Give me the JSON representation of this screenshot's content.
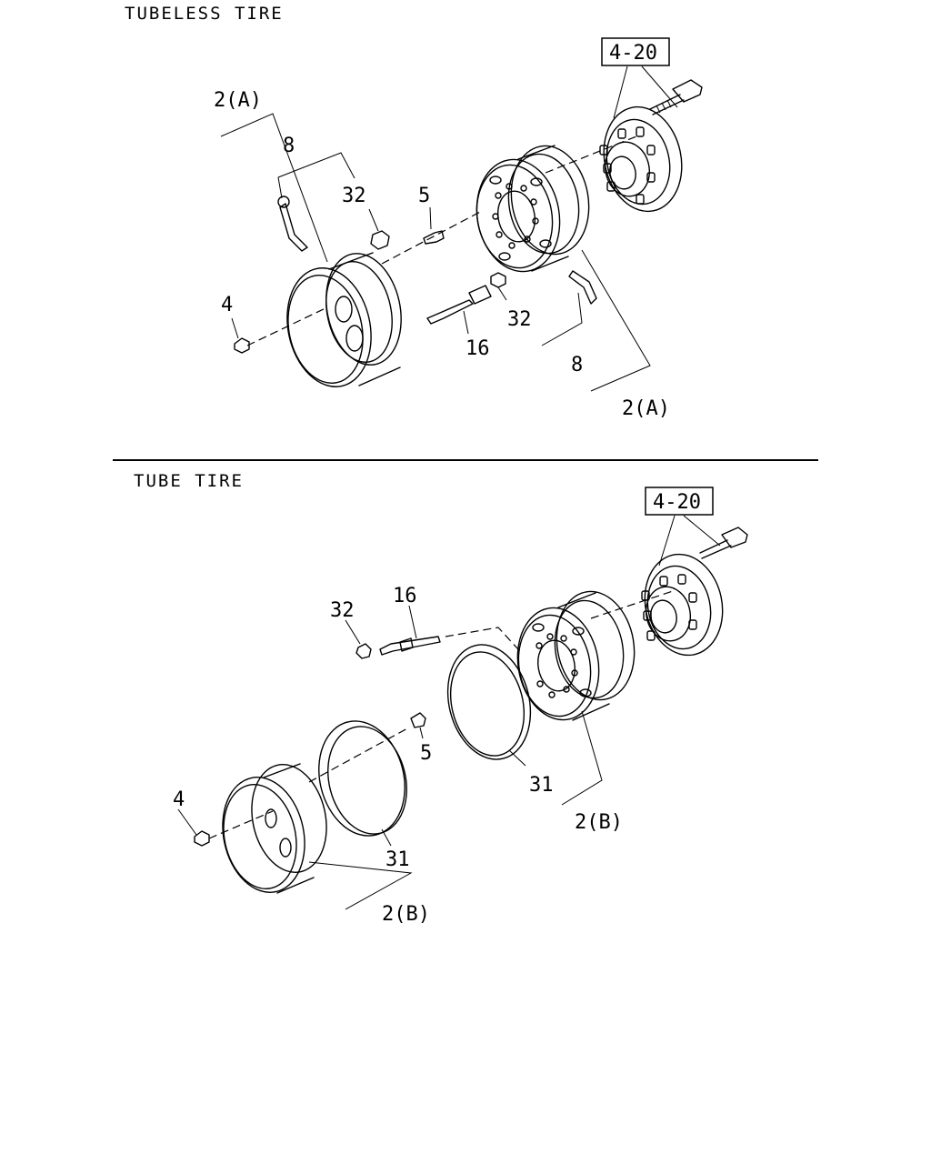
{
  "sections": {
    "tubeless": {
      "title": "TUBELESS TIRE"
    },
    "tube": {
      "title": "TUBE TIRE"
    }
  },
  "tubeless_labels": {
    "group_upper": "2(A)",
    "valve_upper": "8",
    "cap_upper": "32",
    "stud": "5",
    "nut": "4",
    "extension": "16",
    "cap_lower": "32",
    "valve_lower": "8",
    "group_lower": "2(A)",
    "ref": "4-20"
  },
  "tube_labels": {
    "ref": "4-20",
    "cap": "32",
    "extension": "16",
    "stud": "5",
    "nut": "4",
    "ring_front": "31",
    "group_front": "2(B)",
    "ring_rear": "31",
    "group_rear": "2(B)"
  }
}
